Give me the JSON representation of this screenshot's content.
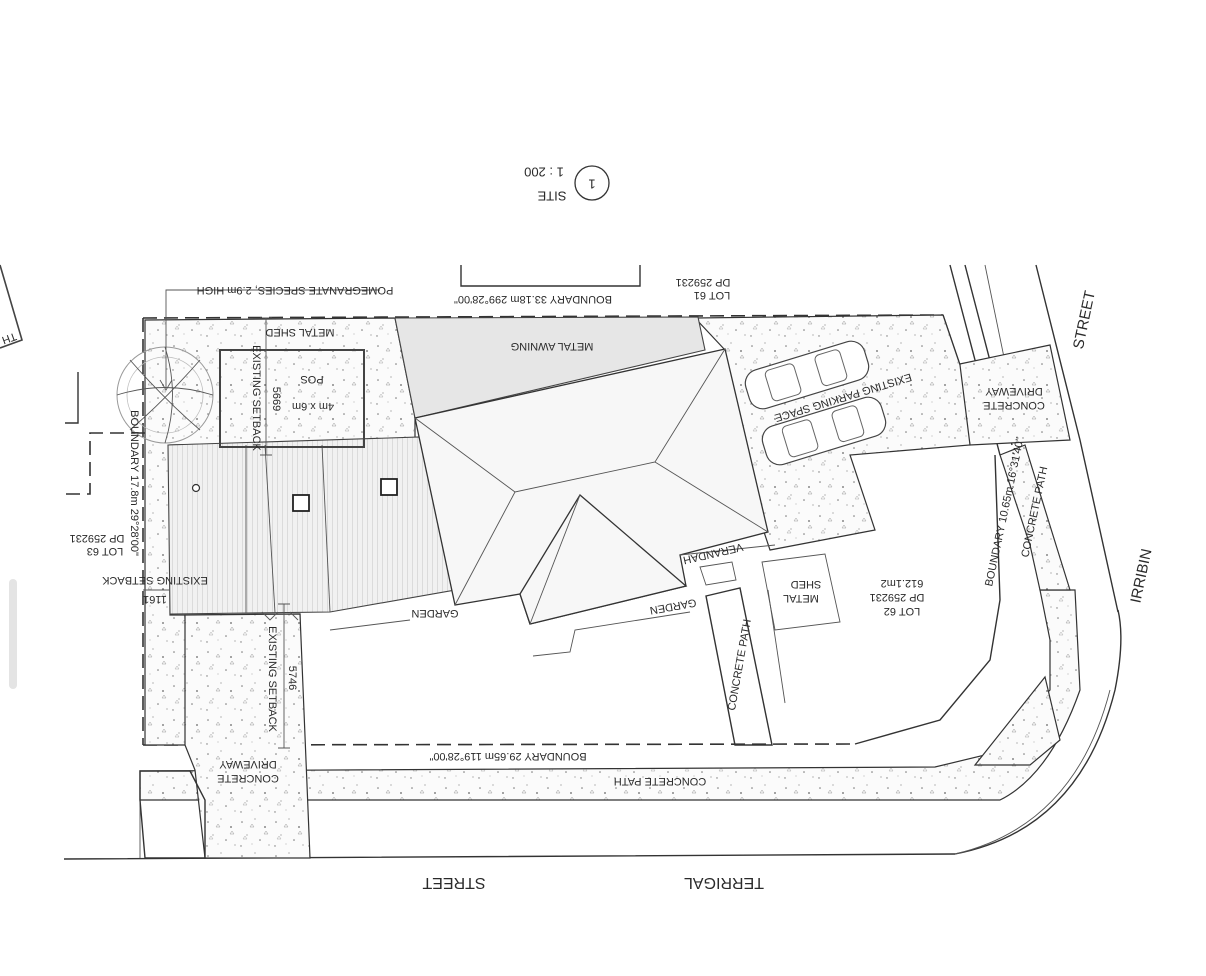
{
  "view": {
    "number": "1",
    "name": "SITE",
    "scale": "1 : 200"
  },
  "streets": {
    "terrigal": "TERRIGAL",
    "terrigal_street": "STREET",
    "irribin": "IRRIBIN",
    "irribin_street": "STREET"
  },
  "boundaries": {
    "north": "BOUNDARY 33.18m 299°28'00\"",
    "south": "BOUNDARY 29.65m 119°28'00\"",
    "west": "BOUNDARY 17.8m 29°28'00\"",
    "east": "BOUNDARY 10.65m 16°31'40\""
  },
  "lots": {
    "lot61_line1": "LOT 61",
    "lot61_line2": "DP 259231",
    "lot63_line1": "LOT 63",
    "lot63_line2": "DP 259231",
    "lot62_line1": "LOT 62",
    "lot62_line2": "DP 259231",
    "lot62_line3": "612.1m2"
  },
  "labels": {
    "tree_note": "POMEGRANATE SPECIES, 2.9m HIGH",
    "metal_awning": "METAL AWNING",
    "metal_shed_top": "METAL SHED",
    "pos_line1": "POS",
    "pos_line2": "4m x 6m",
    "existing_setback_top": "EXISTING SETBACK",
    "dim_5669": "5669",
    "existing_setback_left": "EXISTING SETBACK",
    "dim_1161": "1161",
    "existing_setback_bottom": "EXISTING SETBACK",
    "dim_5746": "5746",
    "garden_left": "GARDEN",
    "garden_right": "GARDEN",
    "verandah": "VERANDAH",
    "metal_shed_line1": "METAL",
    "metal_shed_line2": "SHED",
    "concrete_path_vertical": "CONCRETE PATH",
    "concrete_path_right": "CONCRETE PATH",
    "concrete_path_bottom": "CONCRETE PATH",
    "parking": "EXISTING PARKING SPACE",
    "driveway_left_line1": "CONCRETE",
    "driveway_left_line2": "DRIVEWAY",
    "driveway_right_line1": "CONCRETE",
    "driveway_right_line2": "DRIVEWAY",
    "edge_fragment": "TH"
  }
}
